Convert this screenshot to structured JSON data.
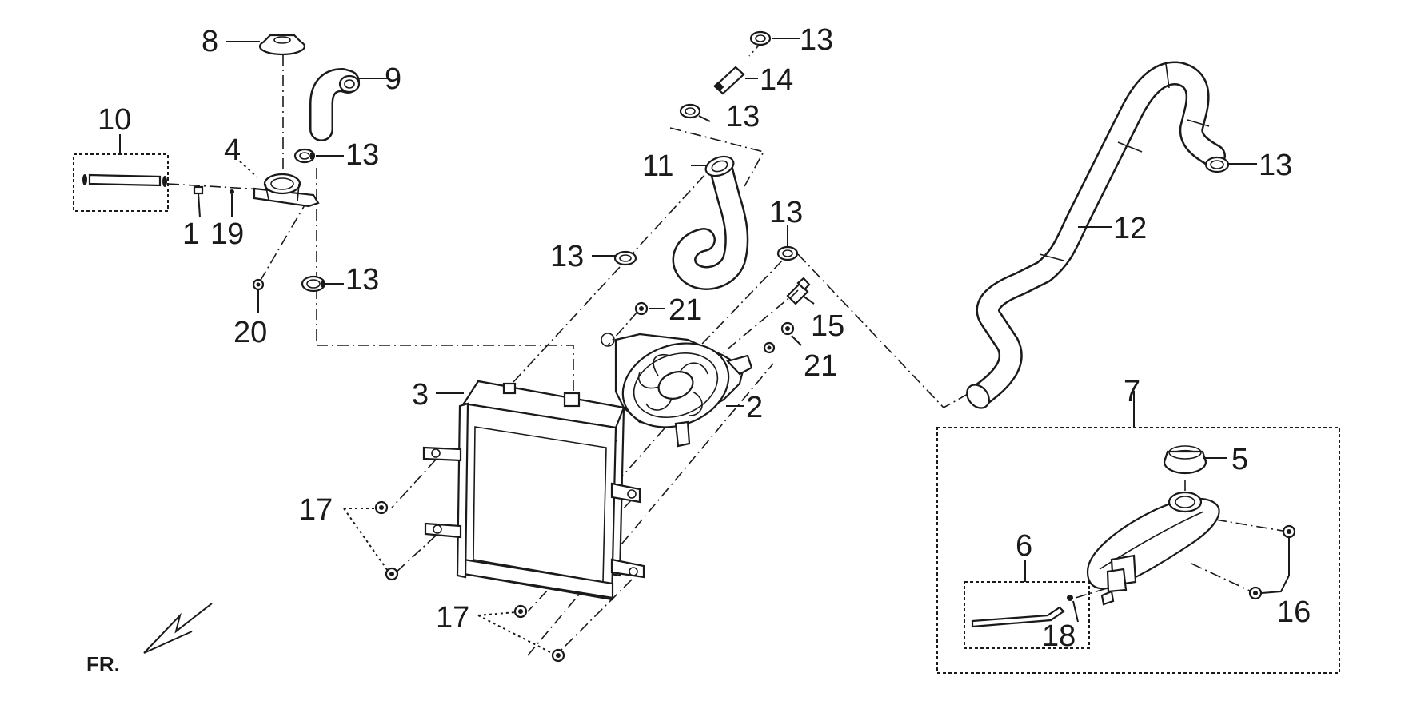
{
  "labels": {
    "p1": "1",
    "p2": "2",
    "p3": "3",
    "p4": "4",
    "p5": "5",
    "p6": "6",
    "p7": "7",
    "p8": "8",
    "p9": "9",
    "p10": "10",
    "p11": "11",
    "p12": "12",
    "p13": "13",
    "p14": "14",
    "p15": "15",
    "p16": "16",
    "p17": "17",
    "p18": "18",
    "p19": "19",
    "p20": "20",
    "p21": "21"
  },
  "direction_marker": "FR."
}
